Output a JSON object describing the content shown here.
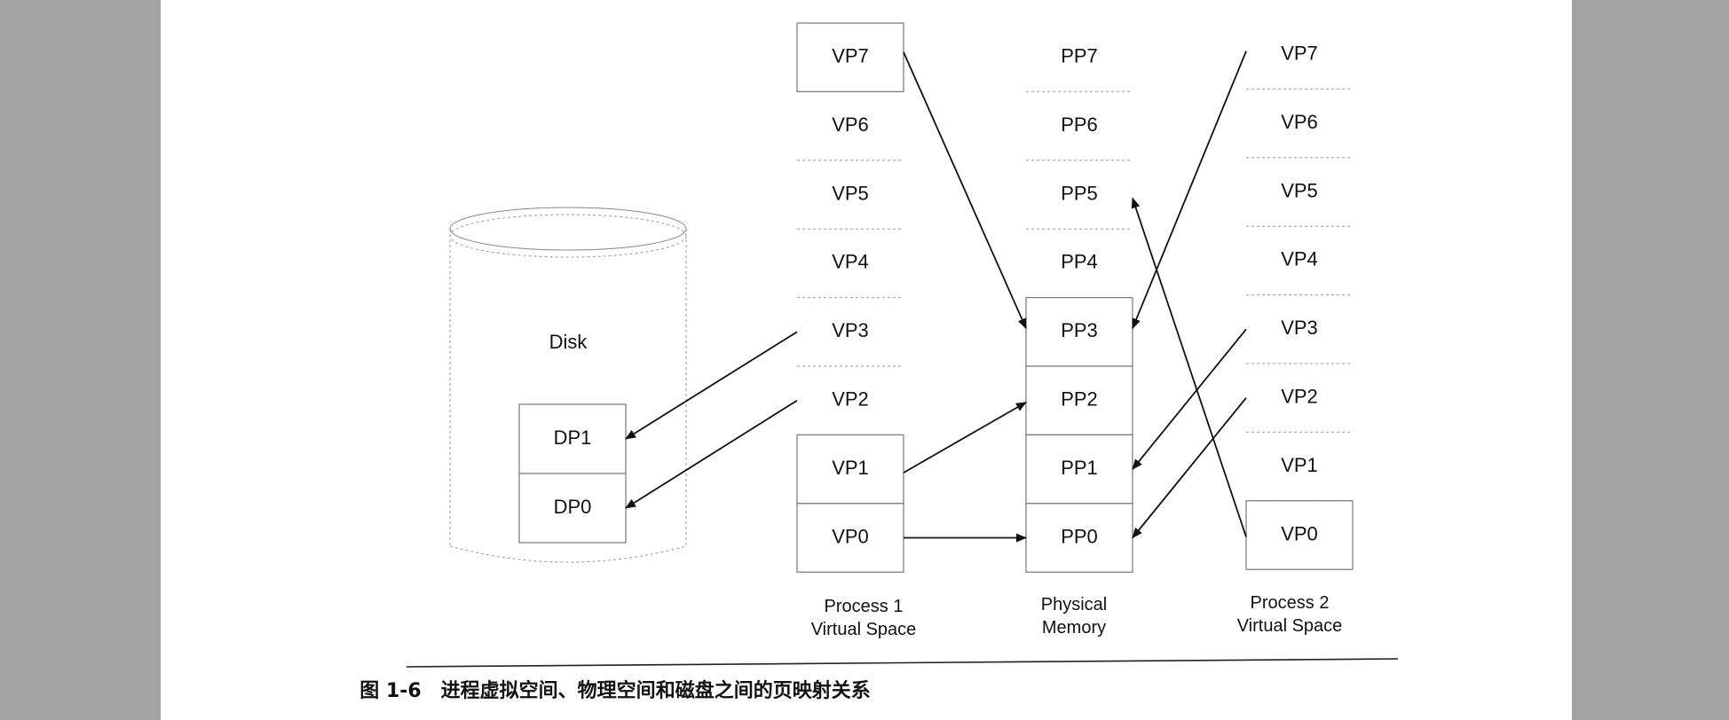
{
  "process1": {
    "pages": [
      "VP7",
      "VP6",
      "VP5",
      "VP4",
      "VP3",
      "VP2",
      "VP1",
      "VP0"
    ],
    "caption_line1": "Process 1",
    "caption_line2": "Virtual Space"
  },
  "physical": {
    "pages": [
      "PP7",
      "PP6",
      "PP5",
      "PP4",
      "PP3",
      "PP2",
      "PP1",
      "PP0"
    ],
    "caption_line1": "Physical",
    "caption_line2": "Memory"
  },
  "process2": {
    "pages": [
      "VP7",
      "VP6",
      "VP5",
      "VP4",
      "VP3",
      "VP2",
      "VP1",
      "VP0"
    ],
    "caption_line1": "Process 2",
    "caption_line2": "Virtual Space"
  },
  "disk": {
    "label": "Disk",
    "pages": [
      "DP1",
      "DP0"
    ]
  },
  "mappings": [
    {
      "from": "process1.VP7",
      "to": "physical.PP3"
    },
    {
      "from": "process1.VP3",
      "to": "disk.DP1"
    },
    {
      "from": "process1.VP2",
      "to": "disk.DP0"
    },
    {
      "from": "process1.VP1",
      "to": "physical.PP2"
    },
    {
      "from": "process1.VP0",
      "to": "physical.PP0"
    },
    {
      "from": "process2.VP7",
      "to": "physical.PP3"
    },
    {
      "from": "process2.VP3",
      "to": "physical.PP1"
    },
    {
      "from": "process2.VP2",
      "to": "physical.PP0"
    },
    {
      "from": "process2.VP0",
      "to": "physical.PP5"
    }
  ],
  "figure_caption": "图 1-6　进程虚拟空间、物理空间和磁盘之间的页映射关系"
}
